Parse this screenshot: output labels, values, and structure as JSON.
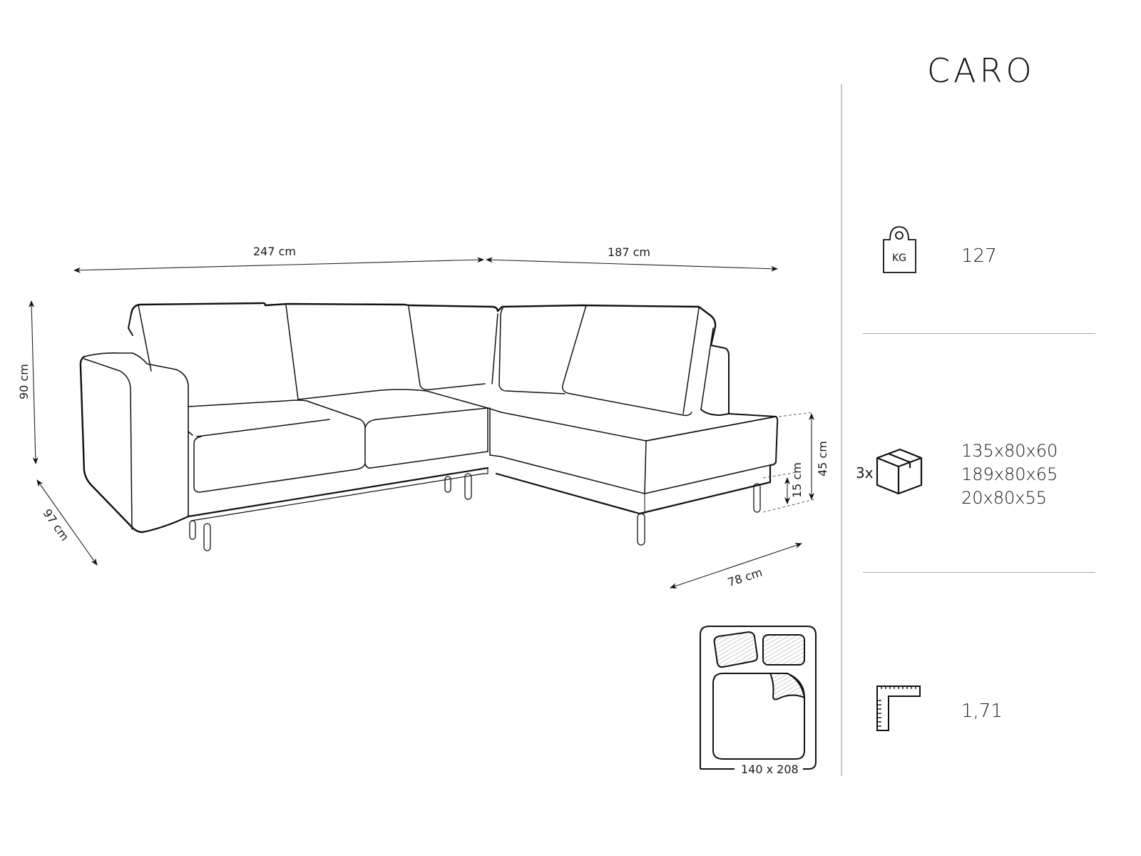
{
  "product": {
    "name": "CARO"
  },
  "dimensions": {
    "width_left": "247 cm",
    "width_right": "187 cm",
    "height": "90 cm",
    "depth": "97 cm",
    "chaise_depth": "78 cm",
    "seat_height": "45 cm",
    "leg_height": "15 cm",
    "sleeping_area": "140 x 208"
  },
  "specs": {
    "weight": {
      "icon": "kg-weight-icon",
      "icon_label": "KG",
      "value": "127"
    },
    "packages": {
      "icon": "box-icon",
      "quantity": "3x",
      "sizes": [
        "135x80x60",
        "189x80x65",
        "20x80x55"
      ]
    },
    "volume": {
      "icon": "ruler-square-icon",
      "value": "1,71"
    }
  },
  "colors": {
    "line": "#111111",
    "separator": "#c8c8c8",
    "hatch": "#8a8a8a"
  }
}
